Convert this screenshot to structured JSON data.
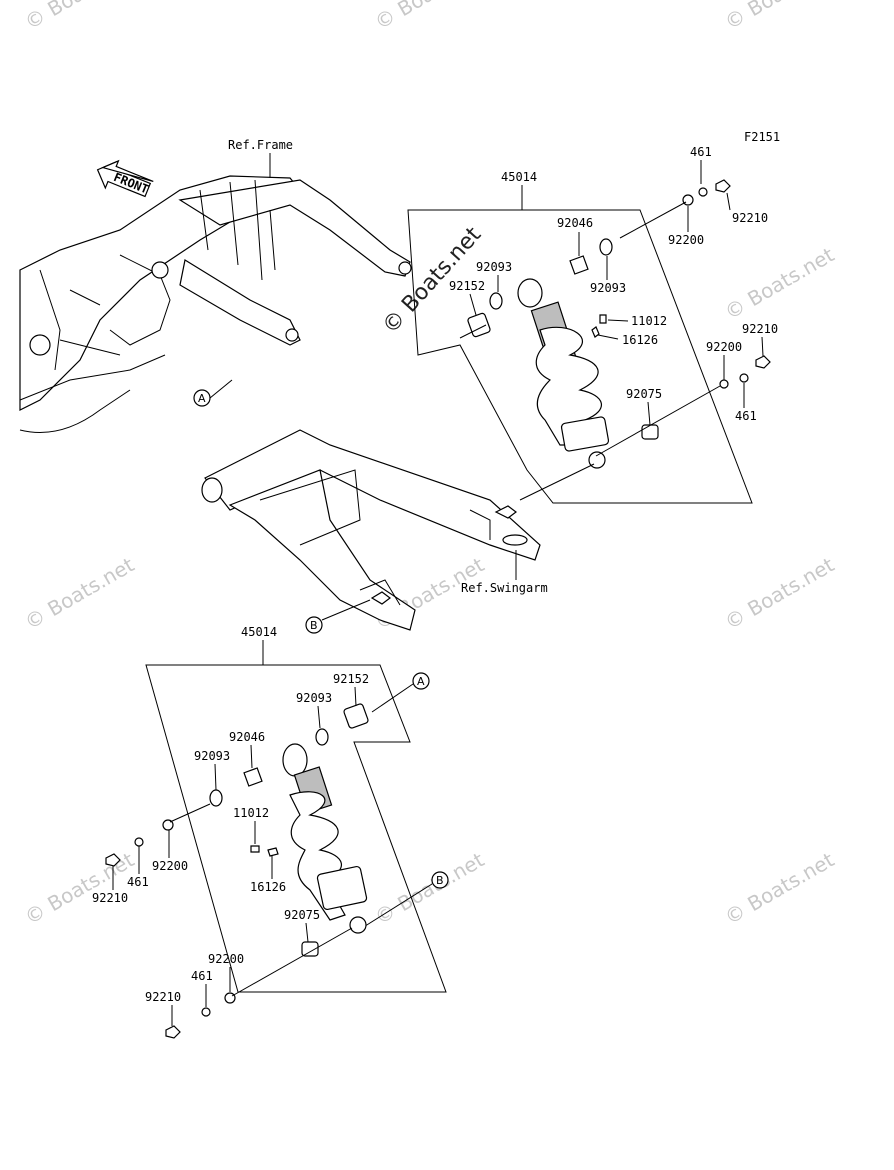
{
  "figure_code": "F2151",
  "watermark_text": "© Boats.net",
  "front_label": "FRONT",
  "refs": {
    "frame": "Ref.Frame",
    "swingarm": "Ref.Swingarm"
  },
  "markers": {
    "a": "A",
    "b": "B"
  },
  "upper_assembly": {
    "part_no": "45014",
    "parts": {
      "p461": "461",
      "p92210": "92210",
      "p92200": "92200",
      "p92046": "92046",
      "p92093a": "92093",
      "p92093b": "92093",
      "p92152": "92152",
      "p11012": "11012",
      "p16126": "16126",
      "p92210b": "92210",
      "p92200b": "92200",
      "p461b": "461",
      "p92075": "92075"
    }
  },
  "lower_assembly": {
    "part_no": "45014",
    "parts": {
      "p92152": "92152",
      "p92093a": "92093",
      "p92046": "92046",
      "p92093b": "92093",
      "p11012": "11012",
      "p92200": "92200",
      "p461": "461",
      "p92210": "92210",
      "p16126": "16126",
      "p92075": "92075",
      "p92200b": "92200",
      "p461b": "461",
      "p92210b": "92210"
    }
  }
}
